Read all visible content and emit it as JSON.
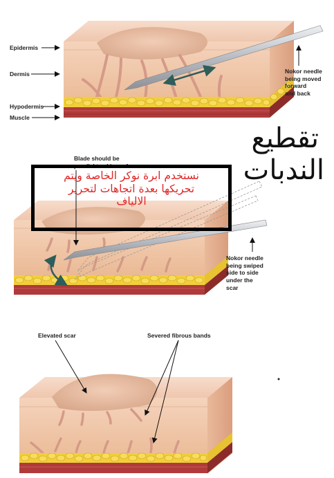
{
  "panel1": {
    "labels": {
      "epidermis": "Epidermis",
      "dermis": "Dermis",
      "hypodermis": "Hypodermis",
      "muscle": "Muscle"
    },
    "needle_note": "Nokor needle\nbeing moved\nforward\nand back"
  },
  "title_arabic": {
    "line1": "تقطيع",
    "line2": "الندبات"
  },
  "panel2": {
    "blade_note": "Blade should be\nparallel to skin surface",
    "needle_note": "Nokor needle\nbeing swiped\nside to side\nunder the\nscar"
  },
  "overlay": {
    "lines": [
      "نستخدم ابرة نوكر الخاصة ويتم",
      "تحريكها بعدة اتجاهات لتحرير",
      "الالياف"
    ],
    "text_color": "#e02424",
    "border_color": "#000000"
  },
  "panel3": {
    "elevated_scar": "Elevated scar",
    "severed_bands": "Severed fibrous bands"
  },
  "colors": {
    "skin_top": "#f4d3bd",
    "skin_front": "#f1c6a8",
    "fat": "#f2cf3a",
    "muscle": "#b03a3a",
    "needle": "#c9ccd1"
  }
}
